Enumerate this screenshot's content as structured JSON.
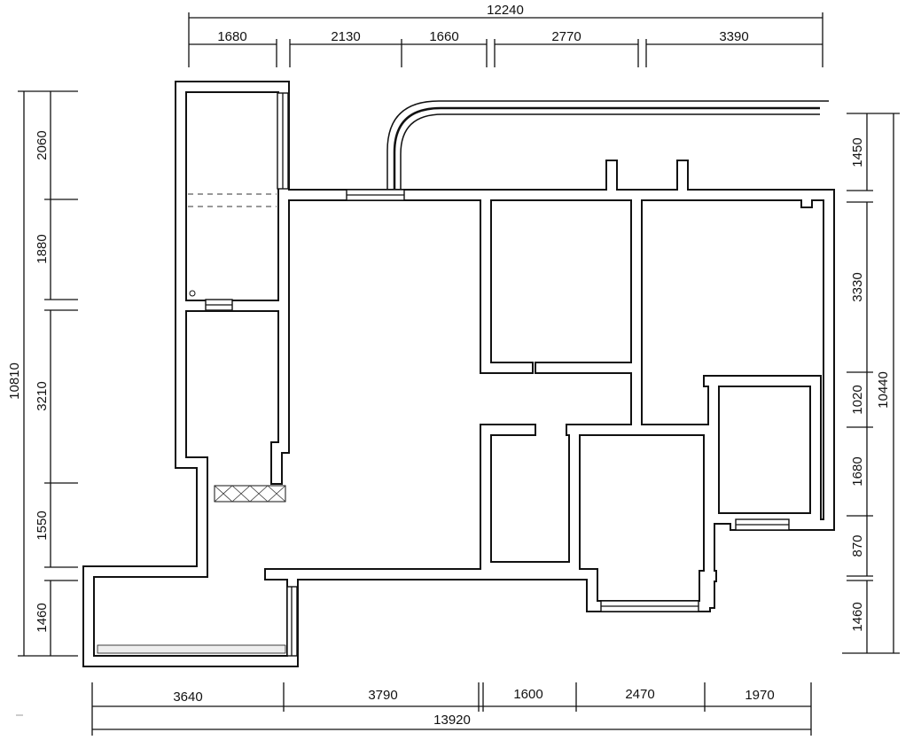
{
  "plan": {
    "top": {
      "total": "12240",
      "segments": [
        "1680",
        "2130",
        "1660",
        "2770",
        "3390"
      ]
    },
    "left": {
      "total": "10810",
      "segments": [
        "2060",
        "1880",
        "3210",
        "1550",
        "1460"
      ]
    },
    "right": {
      "total": "10440",
      "segments": [
        "1450",
        "3330",
        "1020",
        "1680",
        "870",
        "1460"
      ]
    },
    "bottom": {
      "total": "13920",
      "segments": [
        "3640",
        "3790",
        "1600",
        "2470",
        "1970"
      ]
    }
  }
}
